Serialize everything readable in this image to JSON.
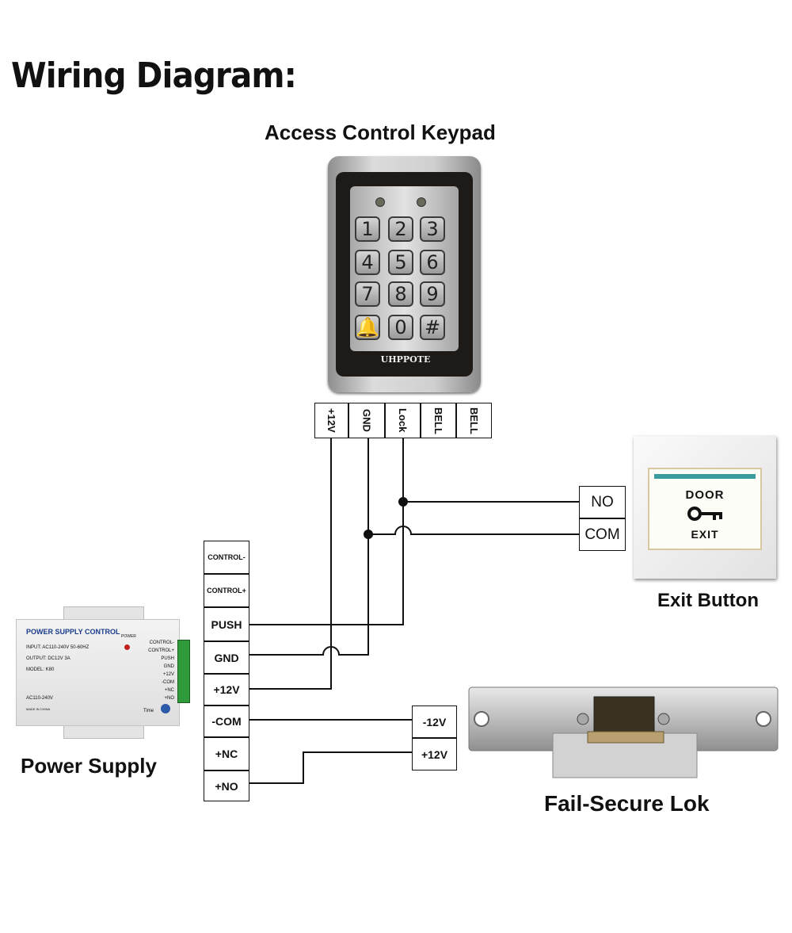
{
  "title": "Wiring Diagram:",
  "keypad": {
    "caption": "Access Control Keypad",
    "brand": "UHPPOTE",
    "keys": [
      "1",
      "2",
      "3",
      "4",
      "5",
      "6",
      "7",
      "8",
      "9",
      "🔔",
      "0",
      "#"
    ],
    "terminals": [
      "+12V",
      "GND",
      "Lock",
      "BELL",
      "BELL"
    ]
  },
  "exit_button": {
    "caption": "Exit Button",
    "face_top": "DOOR",
    "face_bottom": "EXIT",
    "terminals": [
      "NO",
      "COM"
    ]
  },
  "power_supply": {
    "caption": "Power Supply",
    "terminals": [
      "CONTROL-",
      "CONTROL+",
      "PUSH",
      "GND",
      "+12V",
      "-COM",
      "+NC",
      "+NO"
    ],
    "unit": {
      "heading": "POWER SUPPLY CONTROL",
      "input": "INPUT: AC110-240V  50-60HZ",
      "output": "OUTPUT: DC12V  3A",
      "model": "MODEL: K80",
      "ac": "AC110-240V",
      "made": "MADE IN CHINA",
      "power": "POWER",
      "time": "Time",
      "side_terms": [
        "CONTROL-",
        "CONTROL+",
        "PUSH",
        "GND",
        "+12V",
        "-COM",
        "+NC",
        "+NO"
      ]
    }
  },
  "lock": {
    "caption": "Fail-Secure Lok",
    "terminals": [
      "-12V",
      "+12V"
    ]
  },
  "colors": {
    "wire": "#111111",
    "keypad_frame": "#b9b9b9",
    "keypad_bezel": "#1e1a18"
  }
}
